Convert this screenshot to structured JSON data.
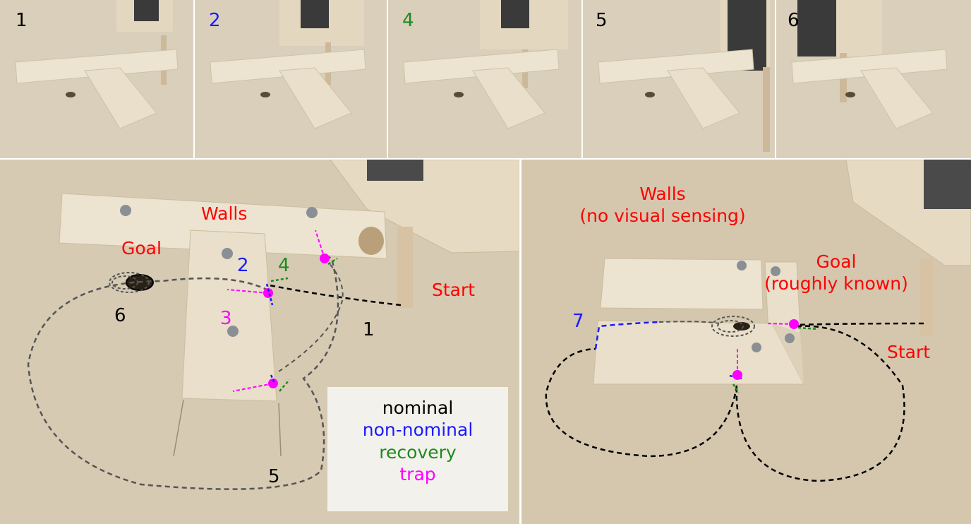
{
  "frames": [
    {
      "label": "1",
      "color": "#000000"
    },
    {
      "label": "2",
      "color": "#1a1aff"
    },
    {
      "label": "4",
      "color": "#1f8a1f"
    },
    {
      "label": "5",
      "color": "#000000"
    },
    {
      "label": "6",
      "color": "#000000"
    }
  ],
  "left_panel": {
    "walls": "Walls",
    "goal": "Goal",
    "start": "Start",
    "labels": {
      "n1": "1",
      "n2": "2",
      "n3": "3",
      "n4": "4",
      "n5": "5",
      "n6": "6"
    }
  },
  "legend": {
    "nominal": "nominal",
    "non_nominal": "non-nominal",
    "recovery": "recovery",
    "trap": "trap"
  },
  "right_panel": {
    "walls_line1": "Walls",
    "walls_line2": "(no visual sensing)",
    "goal_line1": "Goal",
    "goal_line2": "(roughly known)",
    "start": "Start",
    "n7": "7"
  },
  "colors": {
    "nominal": "#000000",
    "non_nominal": "#1a1aff",
    "recovery": "#1f8a1f",
    "trap": "#ff00ff",
    "annotation": "#ff0000",
    "floor": "#d8ccb4",
    "wood": "#e8dcc4"
  }
}
